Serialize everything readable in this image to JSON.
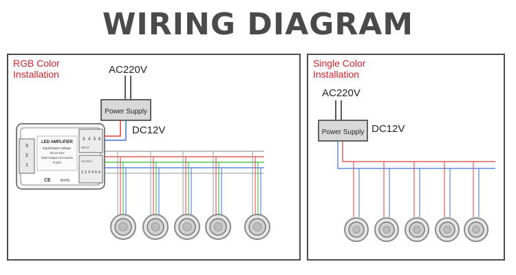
{
  "title": "WIRING DIAGRAM",
  "left_panel": {
    "label_line1": "RGB Color",
    "label_line2": "Installation",
    "ac_label": "AC220V",
    "power_supply": "Power Supply",
    "dc_label": "DC12V",
    "amplifier": {
      "title": "LED AMPLIFIER",
      "line1": "Input/Output Voltage:",
      "line2": "DC12-24V",
      "line3": "Total Output of Current:",
      "line4": "3*10A",
      "mark_ce": "CE",
      "mark_rohs": "RoHS",
      "top_terminals": [
        "3",
        "4",
        "5",
        "6"
      ],
      "bottom_terminals": [
        "1",
        "2",
        "3",
        "4",
        "5",
        "6"
      ],
      "left_terminals": [
        "3",
        "2",
        "1"
      ],
      "input_label": "INPUT",
      "output_label": "OUTPUT"
    },
    "lights_count": 5
  },
  "right_panel": {
    "label_line1": "Single Color",
    "label_line2": "Installation",
    "ac_label": "AC220V",
    "power_supply": "Power Supply",
    "dc_label": "DC12V",
    "lights_count": 5
  },
  "colors": {
    "red_wire": "#e03a3a",
    "blue_wire": "#3b6fd6",
    "green_wire": "#2eb82e",
    "frame": "#4a4a4a",
    "label_red": "#d0202a",
    "ps_fill": "#d9d9d9"
  }
}
